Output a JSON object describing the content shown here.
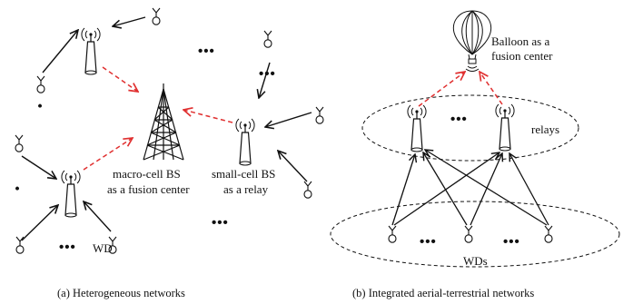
{
  "left": {
    "bs_label_line1": "macro-cell BS",
    "bs_label_line2": "as a fusion center",
    "relay_label_line1": "small-cell BS",
    "relay_label_line2": "as a relay",
    "wd_label": "WD",
    "caption": "(a) Heterogeneous networks"
  },
  "right": {
    "balloon_label_line1": "Balloon as a",
    "balloon_label_line2": "fusion center",
    "relays_label": "relays",
    "wds_label": "WDs",
    "caption": "(b) Integrated aerial-terrestrial networks"
  },
  "ellipsis": "•••",
  "vertical_dot": "•",
  "colors": {
    "ink": "#111111",
    "feedback": "#e03030"
  }
}
